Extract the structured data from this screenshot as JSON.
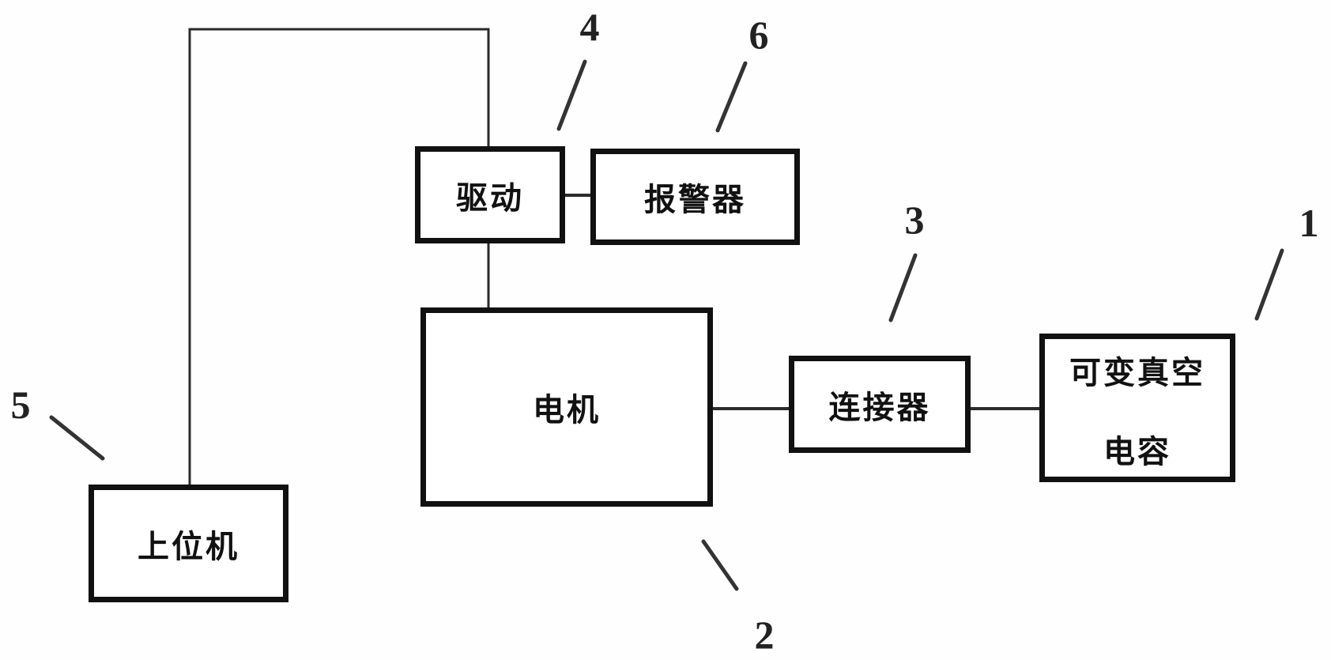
{
  "figure": {
    "type": "block-diagram",
    "background_color": "#ffffff",
    "box_border_color": "#111111",
    "line_color": "#2b2b2b",
    "blocks": {
      "drive": {
        "label": "驱动",
        "ref": "4"
      },
      "alarm": {
        "label": "报警器",
        "ref": "6"
      },
      "motor": {
        "label": "电机",
        "ref": "2"
      },
      "connector": {
        "label": "连接器",
        "ref": "3"
      },
      "capacitor": {
        "label_line1": "可变真空",
        "label_line2": "电容",
        "ref": "1"
      },
      "host": {
        "label": "上位机",
        "ref": "5"
      }
    },
    "connections": [
      "host-to-drive",
      "drive-to-alarm",
      "drive-to-motor",
      "motor-to-connector",
      "connector-to-capacitor"
    ]
  }
}
